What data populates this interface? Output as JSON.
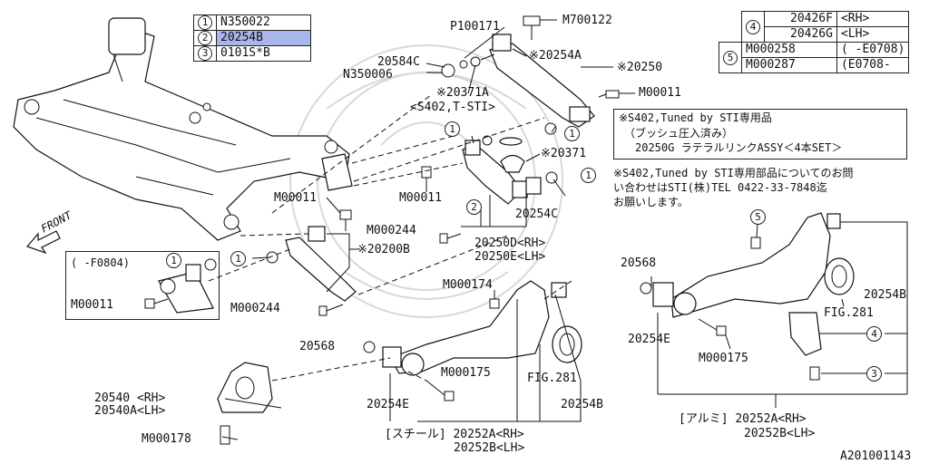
{
  "diagram_id": "A201001143",
  "front_label": "FRONT",
  "legend_left": {
    "rows": [
      {
        "num": "1",
        "part": "N350022",
        "highlight": false
      },
      {
        "num": "2",
        "part": "20254B",
        "highlight": true
      },
      {
        "num": "3",
        "part": "0101S*B",
        "highlight": false
      }
    ]
  },
  "legend_right": {
    "row4": {
      "num": "4",
      "a_part": "20426F",
      "a_note": "<RH>",
      "b_part": "20426G",
      "b_note": "<LH>"
    },
    "row5": {
      "num": "5",
      "a_part": "M000258",
      "a_note": "(   -E0708)",
      "b_part": "M000287",
      "b_note": "(E0708-   "
    }
  },
  "notes": {
    "line1": "※S402,Tuned by STI専用品",
    "line2": "（ブッシュ圧入済み）",
    "line3": "20250G ラテラルリンクASSY＜4本SET＞",
    "inq1": "※S402,Tuned by STI専用部品についてのお問",
    "inq2": "い合わせはSTI(株)TEL 0422-33-7848迄",
    "inq3": "お願いします。"
  },
  "labels": {
    "p100171": "P100171",
    "m700122": "M700122",
    "n350006": "N350006",
    "p20584c": "20584C",
    "p20254a": "※20254A",
    "p20250": "※20250",
    "p20371a": "※20371A",
    "s402_tsti": "<S402,T-STI>",
    "m00011_top": "M00011",
    "p20371": "※20371",
    "m00011_mid": "M00011",
    "p20254c": "20254C",
    "m00011_left": "M00011",
    "m000244_mid": "M000244",
    "p20250d": "20250D<RH>",
    "p20250e": "20250E<LH>",
    "p20200b": "※20200B",
    "inset_note": "(  -F0804)",
    "m00011_inset": "M00011",
    "m000244_low": "M000244",
    "m000174": "M000174",
    "p20568_mid": "20568",
    "m000175_mid": "M000175",
    "fig281_mid": "FIG.281",
    "p20254b_mid": "20254B",
    "p20254e_mid": "20254E",
    "p20540": "20540 <RH>",
    "p20540a": "20540A<LH>",
    "m000178": "M000178",
    "steel_a": "[スチール] 20252A<RH>",
    "steel_b": "20252B<LH>",
    "p20568_right": "20568",
    "p20254b_right": "20254B",
    "fig281_right": "FIG.281",
    "p20254e_right": "20254E",
    "m000175_right": "M000175",
    "alu_a": "[アルミ] 20252A<RH>",
    "alu_b": "20252B<LH>"
  },
  "callouts": {
    "c1": "1",
    "c2": "2",
    "c3": "3",
    "c4": "4",
    "c5": "5"
  }
}
